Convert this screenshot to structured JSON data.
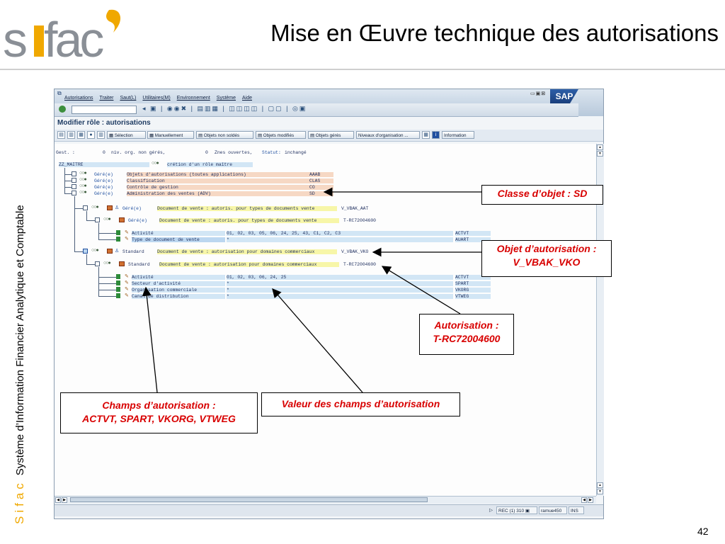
{
  "slide": {
    "logo_text": "sifac",
    "title": "Mise en Œuvre technique des autorisations",
    "side_brand": "Sifac",
    "side_text": "Système d’Information Financier Analytique et Comptable",
    "page_number": "42"
  },
  "sap": {
    "menu": [
      "Autorisations",
      "Traiter",
      "Saut(L)",
      "Utilitaires(M)",
      "Environnement",
      "Système",
      "Aide"
    ],
    "logo": "SAP",
    "screen_title": "Modifier rôle : autorisations",
    "toolbar": {
      "selection": "Sélection",
      "manual": "Manuellement",
      "unmaintained": "Objets non soldés",
      "modified": "Objets modifiés",
      "maintained": "Objets gérés",
      "org_levels": "Niveaux d'organisation ...",
      "information": "Information"
    },
    "header_line": {
      "gest_label": "Gest. :",
      "org_count": "0",
      "org_text": "niv. org. non gérés,",
      "open_count": "0",
      "open_text": "Znes ouvertes,",
      "status_label": "Statut:",
      "status_value": "inchangé"
    },
    "root": {
      "name": "ZZ_MAITRE",
      "desc": "crétion d'un rôle maître"
    },
    "classes": [
      {
        "status": "Géré(e)",
        "desc": "Objets d'autorisations (toutes applications)",
        "code": "AAAB"
      },
      {
        "status": "Géré(e)",
        "desc": "Classification",
        "code": "CLAS"
      },
      {
        "status": "Géré(e)",
        "desc": "Contrôle de gestion",
        "code": "CO"
      },
      {
        "status": "Géré(e)",
        "desc": "Administration des ventes (ADV)",
        "code": "SD"
      }
    ],
    "object1": {
      "status": "Géré(e)",
      "desc": "Document de vente : autoris. pour types de documents vente",
      "code": "V_VBAK_AAT"
    },
    "auth1": {
      "status": "Géré(e)",
      "desc": "Document de vente : autoris. pour types de documents vente",
      "code": "T-RC72004600"
    },
    "auth1_fields": [
      {
        "name": "Activité",
        "value": "01, 02, 03, 05, 06, 24, 25, 43, C1, C2, C3",
        "code": "ACTVT"
      },
      {
        "name": "Type de document de vente",
        "value": "*",
        "code": "AUART"
      }
    ],
    "object2": {
      "status": "Standard",
      "desc": "Document de vente : autorisation pour domaines commerciaux",
      "code": "V_VBAK_VKO"
    },
    "auth2": {
      "status": "Standard",
      "desc": "Document de vente : autorisation pour domaines commerciaux",
      "code": "T-RC72004600"
    },
    "auth2_fields": [
      {
        "name": "Activité",
        "value": "01, 02, 03, 06, 24, 25",
        "code": "ACTVT"
      },
      {
        "name": "Secteur d'activité",
        "value": "*",
        "code": "SPART"
      },
      {
        "name": "Organisation commerciale",
        "value": "*",
        "code": "VKORG"
      },
      {
        "name": "Canal de distribution",
        "value": "*",
        "code": "VTWEG"
      }
    ],
    "status_bar": {
      "system": "REC (1) 310",
      "server": "ramue450",
      "mode": "INS"
    }
  },
  "callouts": {
    "class": "Classe d’objet : SD",
    "object_l1": "Objet d’autorisation :",
    "object_l2": "V_VBAK_VKO",
    "auth_l1": "Autorisation :",
    "auth_l2": "T-RC72004600",
    "fields_l1": "Champs d’autorisation :",
    "fields_l2": "ACTVT, SPART, VKORG, VTWEG",
    "values": "Valeur des champs d’autorisation"
  },
  "colors": {
    "callout_text": "#d80000",
    "logo_grey": "#8a8f96",
    "logo_yellow": "#f0a800"
  }
}
